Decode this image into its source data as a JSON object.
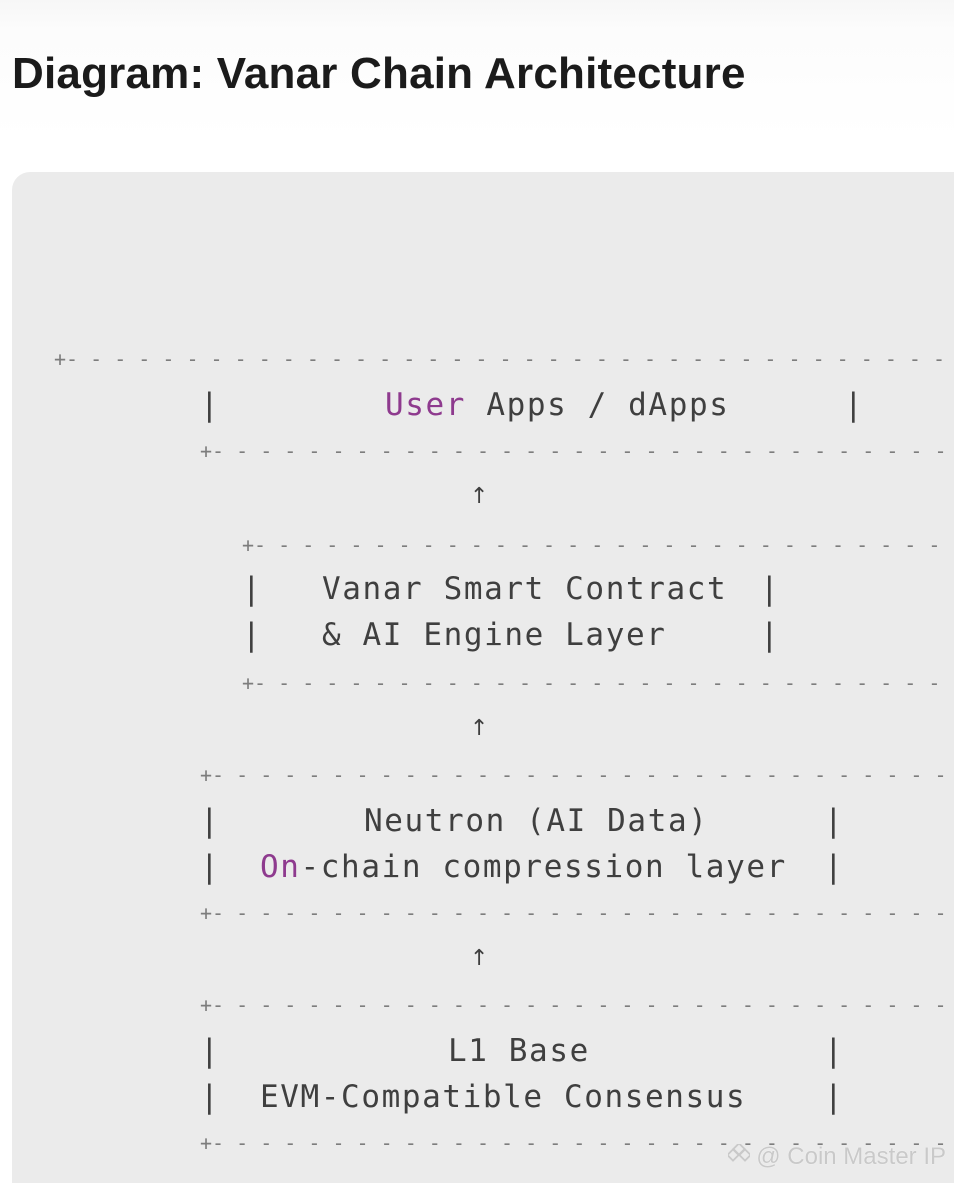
{
  "title": "Diagram: Vanar Chain Architecture",
  "diagram": {
    "layers": [
      {
        "id": "user-apps",
        "line1": {
          "highlight": "User",
          "rest": " Apps / dApps"
        }
      },
      {
        "id": "smart-contract",
        "line1": "Vanar Smart Contract",
        "line2": "& AI Engine Layer"
      },
      {
        "id": "neutron",
        "line1": "Neutron (AI Data)",
        "line2": {
          "highlight": "On",
          "rest": "-chain compression layer"
        }
      },
      {
        "id": "l1-base",
        "line1": "L1 Base",
        "line2": "EVM-Compatible Consensus"
      }
    ],
    "connector_glyph": "↑",
    "border_corner": "+",
    "border_side": "|",
    "colors": {
      "text": "#3f3f3f",
      "highlight": "#8e3a8e",
      "panel": "#ebebeb"
    }
  },
  "watermark": "@ Coin Master IP"
}
